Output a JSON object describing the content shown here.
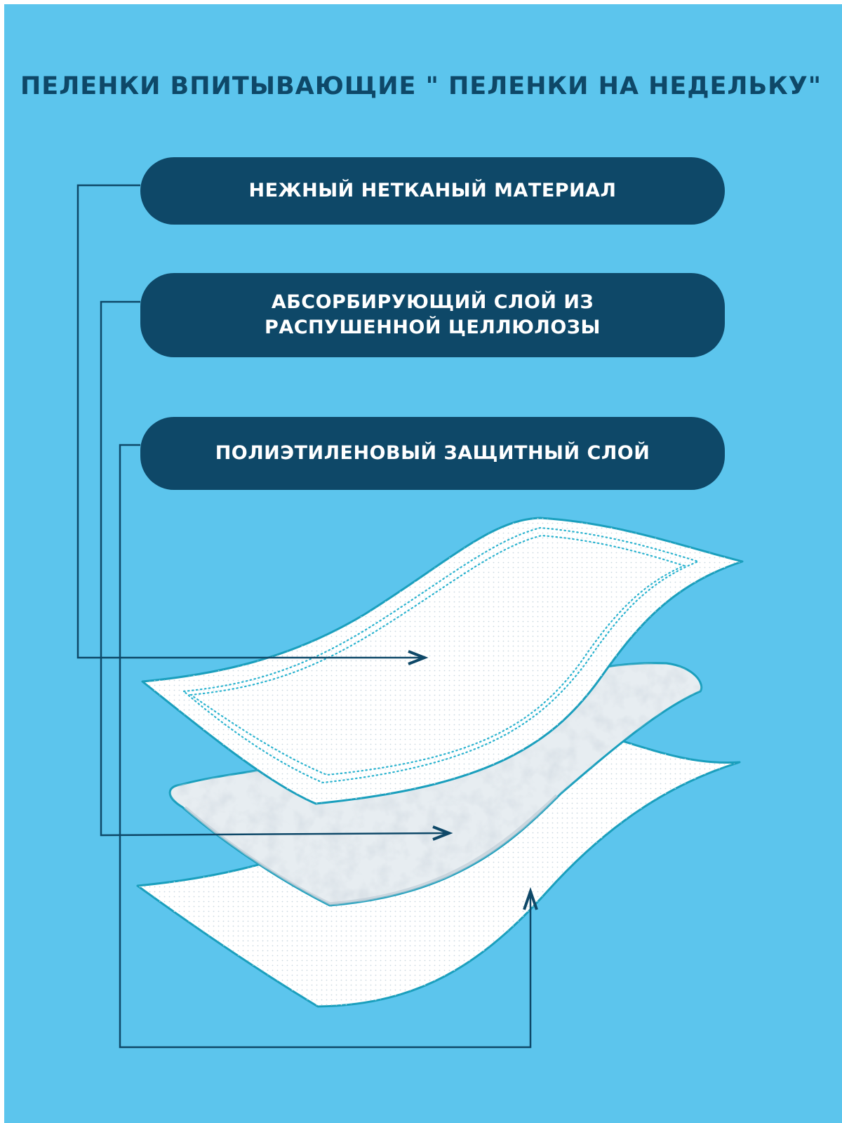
{
  "title": "ПЕЛЕНКИ ВПИТЫВАЮЩИЕ \" ПЕЛЕНКИ НА НЕДЕЛЬКУ\"",
  "layers": [
    {
      "lines": [
        "НЕЖНЫЙ НЕТКАНЫЙ МАТЕРИАЛ"
      ]
    },
    {
      "lines": [
        "АБСОРБИРУЮЩИЙ СЛОЙ ИЗ",
        "РАСПУШЕННОЙ ЦЕЛЛЮЛОЗЫ"
      ]
    },
    {
      "lines": [
        "ПОЛИЭТИЛЕНОВЫЙ ЗАЩИТНЫЙ СЛОЙ"
      ]
    }
  ],
  "colors": {
    "background": "#5cc5ed",
    "navy": "#0e4868",
    "sheet_fill": "#ffffff",
    "sheet_edge": "#1a9fbd",
    "absorbent": "#e7edf1"
  }
}
